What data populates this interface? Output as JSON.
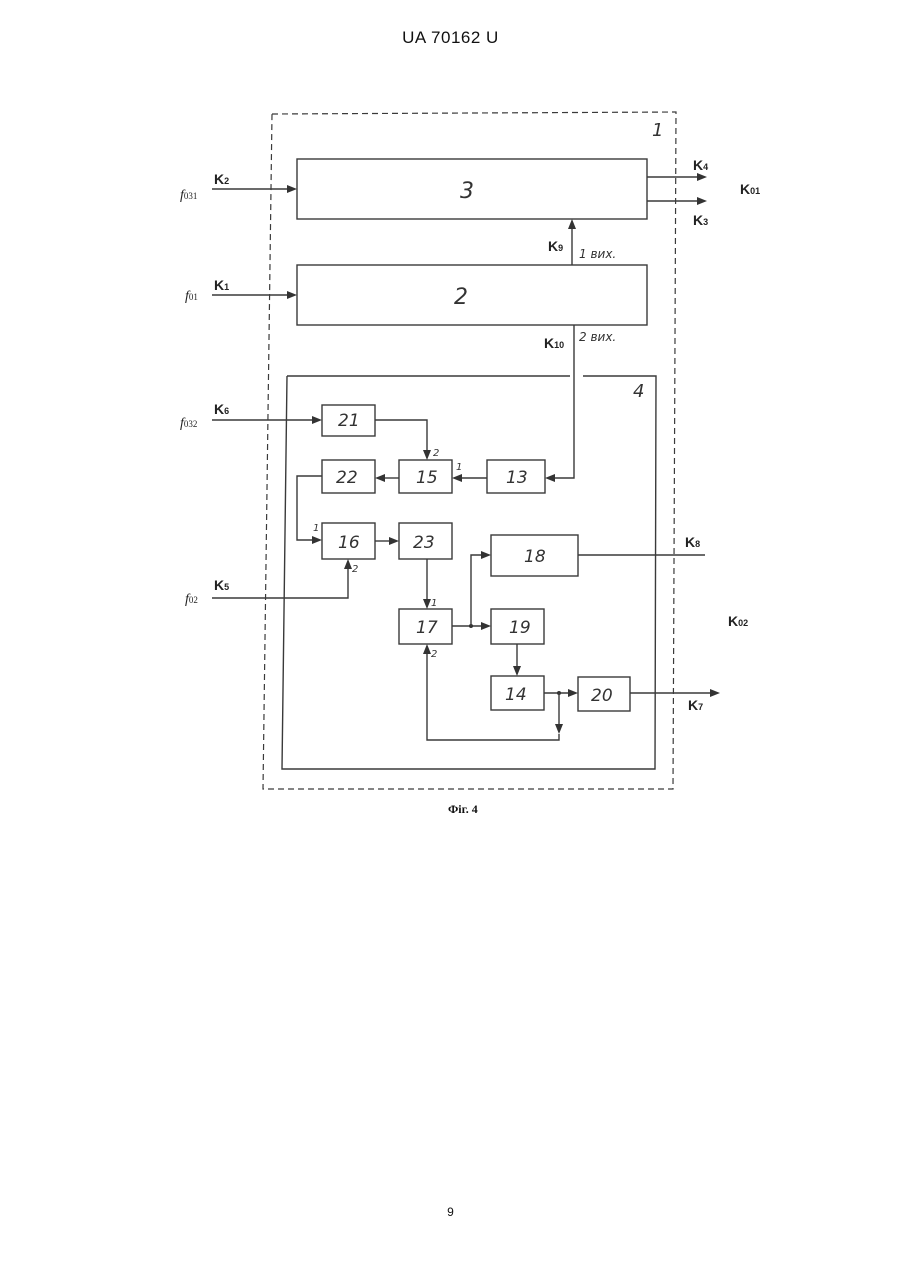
{
  "header": {
    "doc_number": "UA   70162   U"
  },
  "figure": {
    "caption": "Фіг. 4",
    "blocks": {
      "b1": "1",
      "b2": "2",
      "b3": "3",
      "b4": "4",
      "b13": "13",
      "b14": "14",
      "b15": "15",
      "b16": "16",
      "b17": "17",
      "b18": "18",
      "b19": "19",
      "b20": "20",
      "b21": "21",
      "b22": "22",
      "b23": "23"
    },
    "signals": {
      "k1": {
        "main": "K",
        "sub": "1"
      },
      "k2": {
        "main": "K",
        "sub": "2"
      },
      "k3": {
        "main": "K",
        "sub": "3"
      },
      "k4": {
        "main": "K",
        "sub": "4"
      },
      "k5": {
        "main": "K",
        "sub": "5"
      },
      "k6": {
        "main": "K",
        "sub": "6"
      },
      "k7": {
        "main": "K",
        "sub": "7"
      },
      "k8": {
        "main": "K",
        "sub": "8"
      },
      "k9": {
        "main": "K",
        "sub": "9"
      },
      "k10": {
        "main": "K",
        "sub": "10"
      },
      "k01": {
        "main": "K",
        "sub": "01"
      },
      "k02": {
        "main": "K",
        "sub": "02"
      }
    },
    "inputs": {
      "f031": {
        "main": "f",
        "sub": "031"
      },
      "f01": {
        "main": "f",
        "sub": "01"
      },
      "f032": {
        "main": "f",
        "sub": "032"
      },
      "f02": {
        "main": "f",
        "sub": "02"
      }
    },
    "outputs": {
      "out1": "1 вих.",
      "out2": "2 вих."
    },
    "ports": {
      "p1": "1",
      "p2": "2"
    }
  },
  "footer": {
    "page_number": "9"
  }
}
